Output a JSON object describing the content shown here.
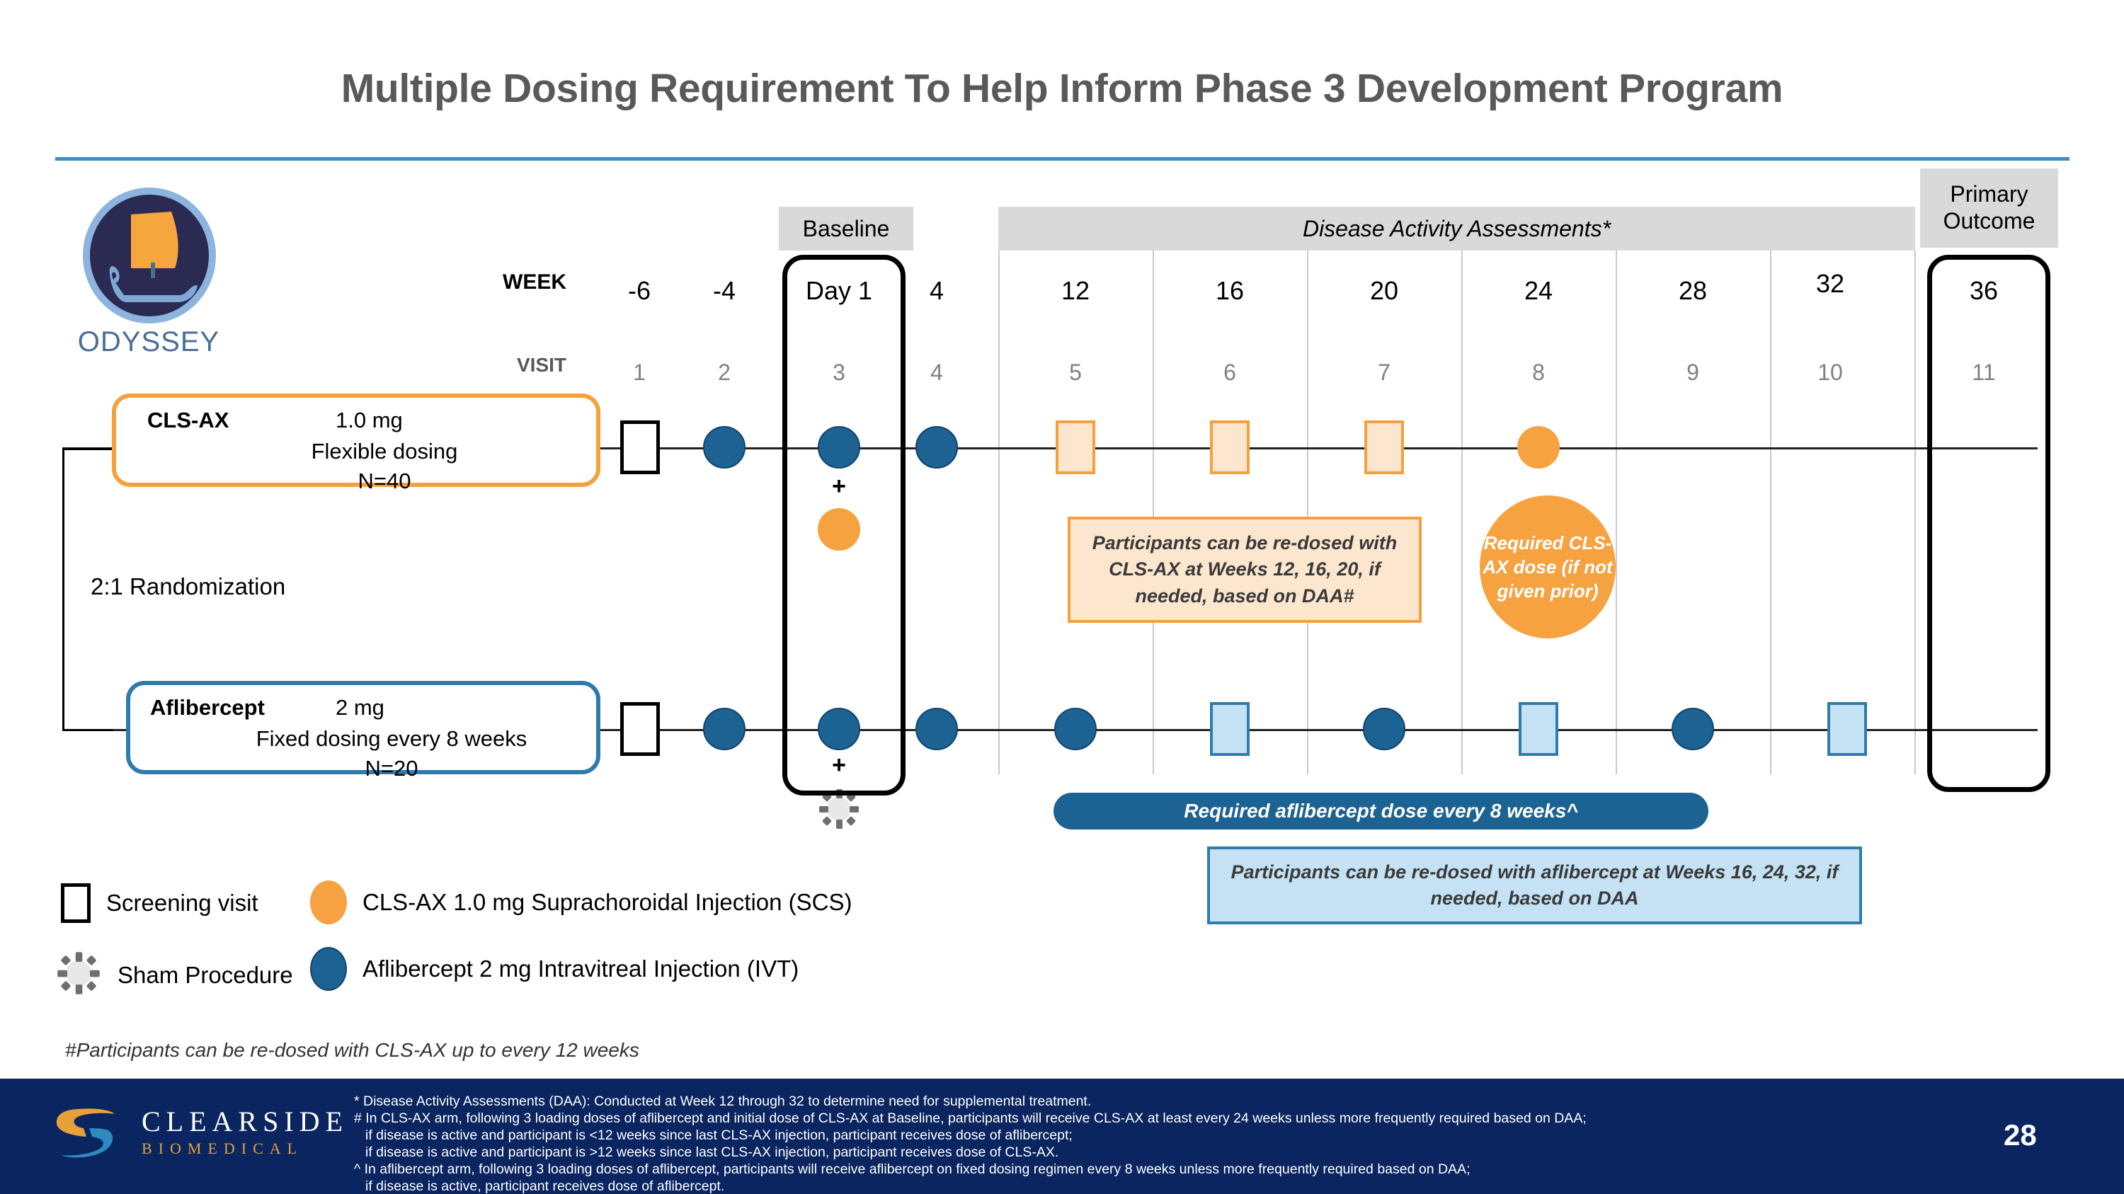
{
  "title": "Multiple Dosing Requirement To Help Inform Phase 3 Development Program",
  "logo": {
    "odyssey_word": "ODYSSEY"
  },
  "row_labels": {
    "week": "WEEK",
    "visit": "VISIT"
  },
  "phase_headers": {
    "baseline": "Baseline",
    "disease_activity": "Disease Activity Assessments*",
    "primary_outcome_line1": "Primary",
    "primary_outcome_line2": "Outcome"
  },
  "timeline": {
    "weeks": [
      "-6",
      "-4",
      "Day 1",
      "4",
      "12",
      "16",
      "20",
      "24",
      "28",
      "32",
      "36"
    ],
    "visits": [
      "1",
      "2",
      "3",
      "4",
      "5",
      "6",
      "7",
      "8",
      "9",
      "10",
      "11"
    ]
  },
  "randomization": {
    "label": "2:1 Randomization"
  },
  "arms": {
    "cls_ax": {
      "name": "CLS-AX",
      "dose": "1.0 mg",
      "line2": "Flexible dosing",
      "line3": "N=40",
      "markers": [
        "screening",
        "",
        "blue-circle + plus + orange-circle",
        "blue-circle",
        "orange-square",
        "orange-square",
        "orange-square",
        "orange-circle",
        "",
        "",
        ""
      ]
    },
    "aflibercept": {
      "name": "Aflibercept",
      "dose": "2 mg",
      "line2": "Fixed dosing every 8 weeks",
      "line3": "N=20",
      "markers": [
        "screening",
        "blue-circle",
        "blue-circle + plus + sham",
        "blue-circle",
        "blue-circle",
        "blue-square",
        "blue-circle",
        "blue-square",
        "blue-circle",
        "blue-square",
        ""
      ]
    }
  },
  "callouts": {
    "cls_redose": "Participants can be re-dosed with CLS-AX at Weeks 12, 16, 20, if needed, based on DAA#",
    "required_cls_dose": "Required CLS-AX dose (if not given prior)",
    "afl_banner": "Required aflibercept dose every 8 weeks^",
    "afl_redose": "Participants can be re-dosed with aflibercept at Weeks 16, 24, 32, if needed, based on DAA"
  },
  "legend": [
    {
      "icon": "screening-box",
      "label": "Screening visit"
    },
    {
      "icon": "orange-circle",
      "label": "CLS-AX 1.0 mg Suprachoroidal Injection (SCS)"
    },
    {
      "icon": "sham-gear",
      "label": "Sham Procedure"
    },
    {
      "icon": "blue-circle",
      "label": "Aflibercept 2 mg Intravitreal Injection (IVT)"
    }
  ],
  "footnote_hash": "#Participants can be re-dosed with CLS-AX up to every 12 weeks",
  "footer": {
    "company_name": "CLEARSIDE",
    "company_sub": "BIOMEDICAL",
    "page_number": "28",
    "notes": [
      "* Disease Activity Assessments (DAA): Conducted at Week 12 through 32 to determine need for supplemental treatment.",
      "# In CLS-AX arm, following 3 loading doses of aflibercept and initial dose of CLS-AX at Baseline, participants will receive CLS-AX at least every 24 weeks unless more frequently required based on DAA;",
      "if disease is active and participant is <12 weeks since last CLS-AX injection, participant receives dose of aflibercept;",
      "if disease is active and participant is >12 weeks since last CLS-AX injection, participant receives dose of CLS-AX.",
      "^ In aflibercept arm, following 3 loading doses of aflibercept, participants will receive aflibercept on fixed dosing regimen every 8 weeks unless more frequently required based on DAA;",
      "if disease is active, participant receives dose of aflibercept."
    ]
  },
  "colors": {
    "orange": "#F7A241",
    "orange_border": "#F5A03C",
    "orange_fill": "#FCE6CE",
    "blue": "#1C6293",
    "blue_border": "#2E7BAC",
    "blue_fill": "#C5E2F5",
    "footer_navy": "#0A2560",
    "title_gray": "#595959",
    "rule_blue": "#3A8DC4",
    "chip_gray": "#D9D9D9"
  }
}
